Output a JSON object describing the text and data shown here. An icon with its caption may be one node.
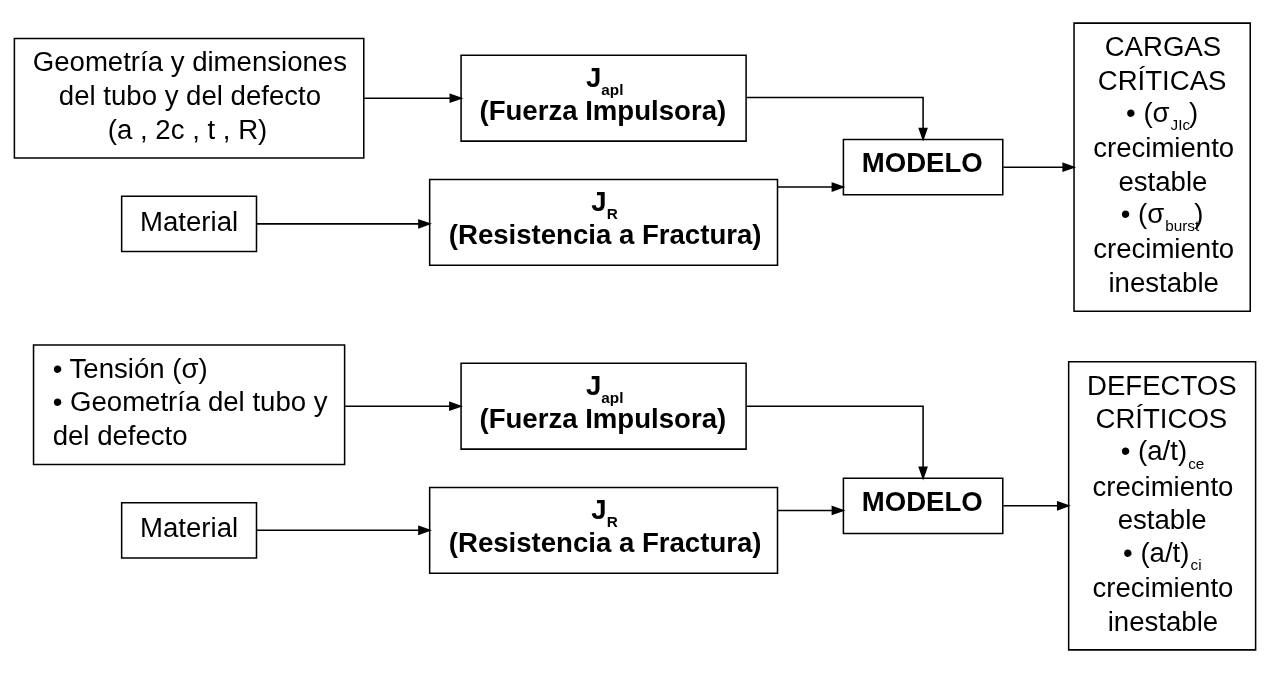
{
  "diagram": {
    "nodes": [
      {
        "text": [
          "• Tensión (σ)",
          "• Geometría del tubo y del defecto"
        ]
      },
      {
        "text": [
          "J$_{apl}$",
          "(Fuerza Impulsora)"
        ]
      },
      {
        "text": [
          "MODELO"
        ]
      },
      {
        "text": [
          "DEFECTOS CRÍTICOS",
          "• (a/t)$_{ce}$",
          "crecimiento estable",
          "• (a/t)$_{ci}$",
          "crecimiento inestable"
        ]
      },
      {
        "text": [
          "Material"
        ]
      },
      {
        "text": [
          "J$_{R}$",
          "(Resistencia a Fractura)"
        ]
      },
      {
        "text": [
          "Geometría y dimensiones del tubo y del defecto (a , 2c , t , R)"
        ]
      },
      {
        "text": [
          "J$_{apl}$",
          "(Fuerza Impulsora)"
        ]
      },
      {
        "text": [
          "MODELO"
        ]
      },
      {
        "text": [
          "CARGAS CRÍTICAS",
          "• (σ$_{JIc}$)",
          "crecimiento estable",
          "• (σ$_{burst}$)",
          "crecimiento inestable"
        ]
      },
      {
        "text": [
          "Material"
        ]
      },
      {
        "text": [
          "J$_{R}$",
          "(Resistencia a Fractura)"
        ]
      }
    ],
    "edges": [
      {
        "from": 0,
        "to": 1,
        "arrow": "to"
      },
      {
        "from": 1,
        "to": 2,
        "arrow": "to"
      },
      {
        "from": 2,
        "to": 3,
        "arrow": "to"
      },
      {
        "from": 4,
        "to": 5,
        "arrow": "to"
      },
      {
        "from": 5,
        "to": 2,
        "arrow": "to"
      },
      {
        "from": 6,
        "to": 7,
        "arrow": "to"
      },
      {
        "from": 7,
        "to": 8,
        "arrow": "to"
      },
      {
        "from": 8,
        "to": 9,
        "arrow": "to"
      },
      {
        "from": 10,
        "to": 11,
        "arrow": "to"
      },
      {
        "from": 11,
        "to": 8,
        "arrow": "to"
      }
    ]
  }
}
